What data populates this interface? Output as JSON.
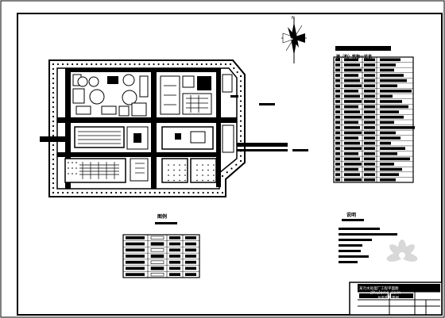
{
  "drawing": {
    "north_arrow_label": "N",
    "colors": {
      "ink": "#000000",
      "paper": "#ffffff",
      "watermark": "#cfcfcf"
    }
  },
  "legend": {
    "title": "图例"
  },
  "notes": {
    "title": "说明"
  },
  "schedule": {
    "title": "建（构）筑物一览表"
  },
  "title_block": {
    "name": "某污水处理厂工程平面图",
    "sheet": "总平面布置图"
  },
  "watermark": {
    "brand": "zhulong.com",
    "icon": "lotus-logo-icon"
  }
}
